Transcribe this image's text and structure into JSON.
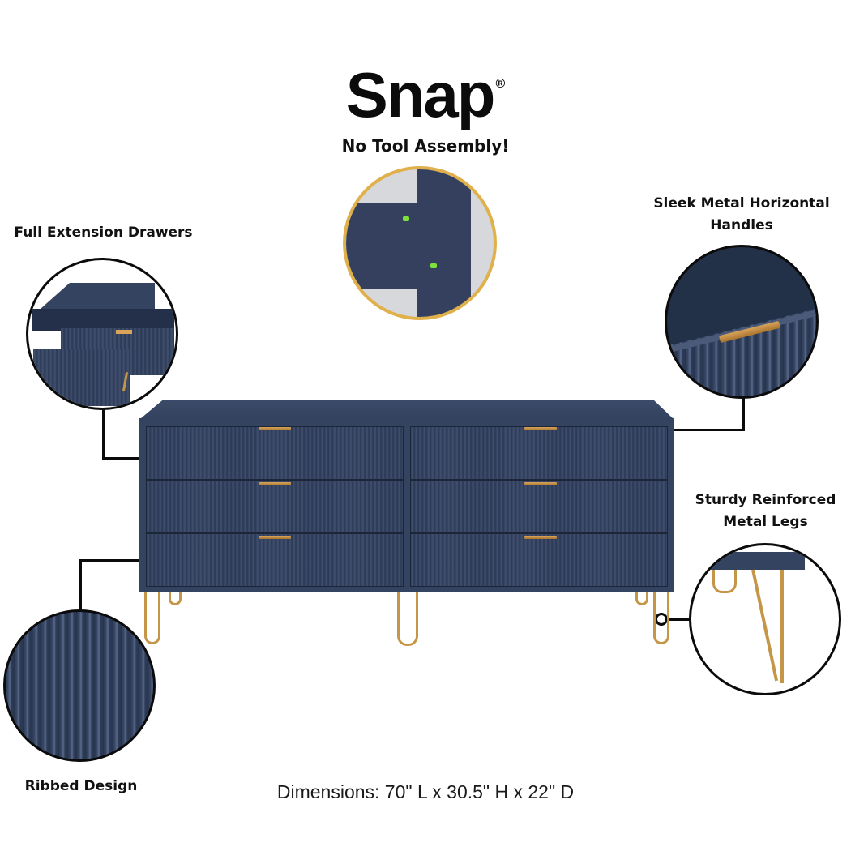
{
  "brand": {
    "name": "Snap",
    "mark": "®",
    "tagline": "No Tool Assembly!"
  },
  "features": [
    {
      "id": "drawers",
      "label": "Full Extension Drawers"
    },
    {
      "id": "handles",
      "label_line1": "Sleek Metal Horizontal",
      "label_line2": "Handles"
    },
    {
      "id": "legs",
      "label_line1": "Sturdy Reinforced",
      "label_line2": "Metal Legs"
    },
    {
      "id": "ribbed",
      "label": "Ribbed Design"
    }
  ],
  "dimensions": "Dimensions: 70\" L x 30.5\" H x 22\" D",
  "colors": {
    "navy": "#34435f",
    "gold": "#c69648",
    "ring_gold": "#e0b04a",
    "callout": "#0b0b0b"
  }
}
